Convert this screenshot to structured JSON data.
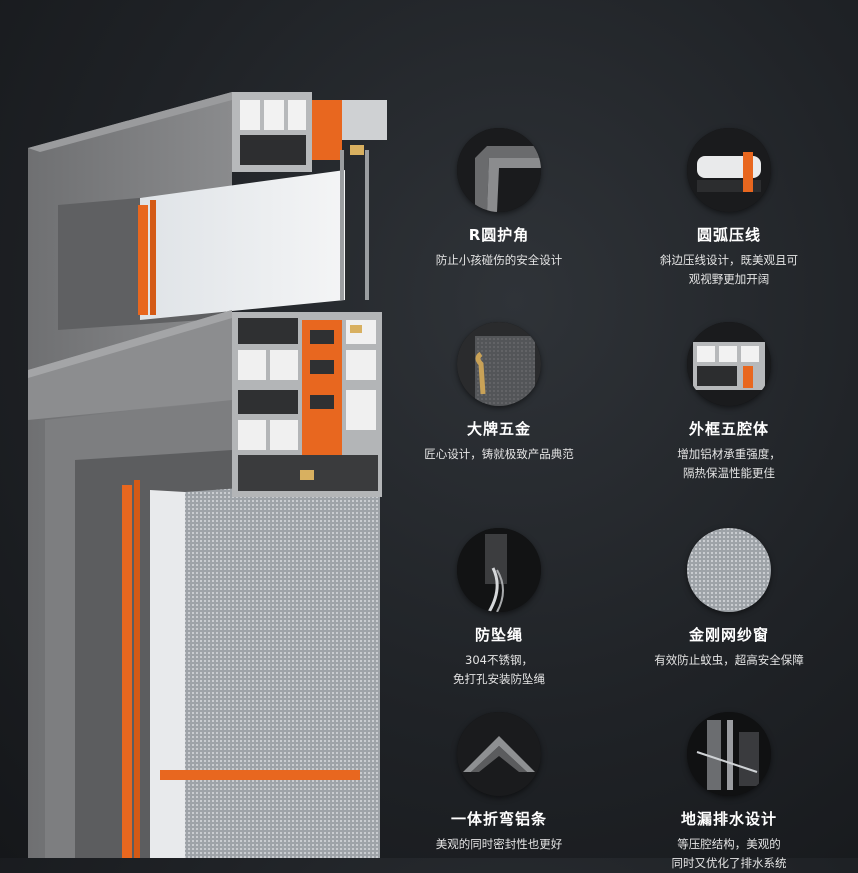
{
  "features": [
    {
      "icon": "corner-profile-icon",
      "title": "R圆护角",
      "desc": "防止小孩碰伤的安全设计"
    },
    {
      "icon": "arc-bead-icon",
      "title": "圆弧压线",
      "desc": "斜边压线设计，既美观且可\n观视野更加开阔"
    },
    {
      "icon": "handle-hardware-icon",
      "title": "大牌五金",
      "desc": "匠心设计，铸就极致产品典范"
    },
    {
      "icon": "five-chamber-frame-icon",
      "title": "外框五腔体",
      "desc": "增加铝材承重强度，\n隔热保温性能更佳"
    },
    {
      "icon": "safety-rope-icon",
      "title": "防坠绳",
      "desc": "304不锈钢，\n免打孔安装防坠绳"
    },
    {
      "icon": "diamond-mesh-icon",
      "title": "金刚网纱窗",
      "desc": "有效防止蚊虫，超高安全保障"
    },
    {
      "icon": "bent-aluminum-corner-icon",
      "title": "一体折弯铝条",
      "desc": "美观的同时密封性也更好"
    },
    {
      "icon": "drainage-icon",
      "title": "地漏排水设计",
      "desc": "等压腔结构，美观的\n同时又优化了排水系统"
    }
  ],
  "colors": {
    "accent": "#e8671f",
    "frame": "#7a7b7d",
    "background": "#1f2226"
  }
}
